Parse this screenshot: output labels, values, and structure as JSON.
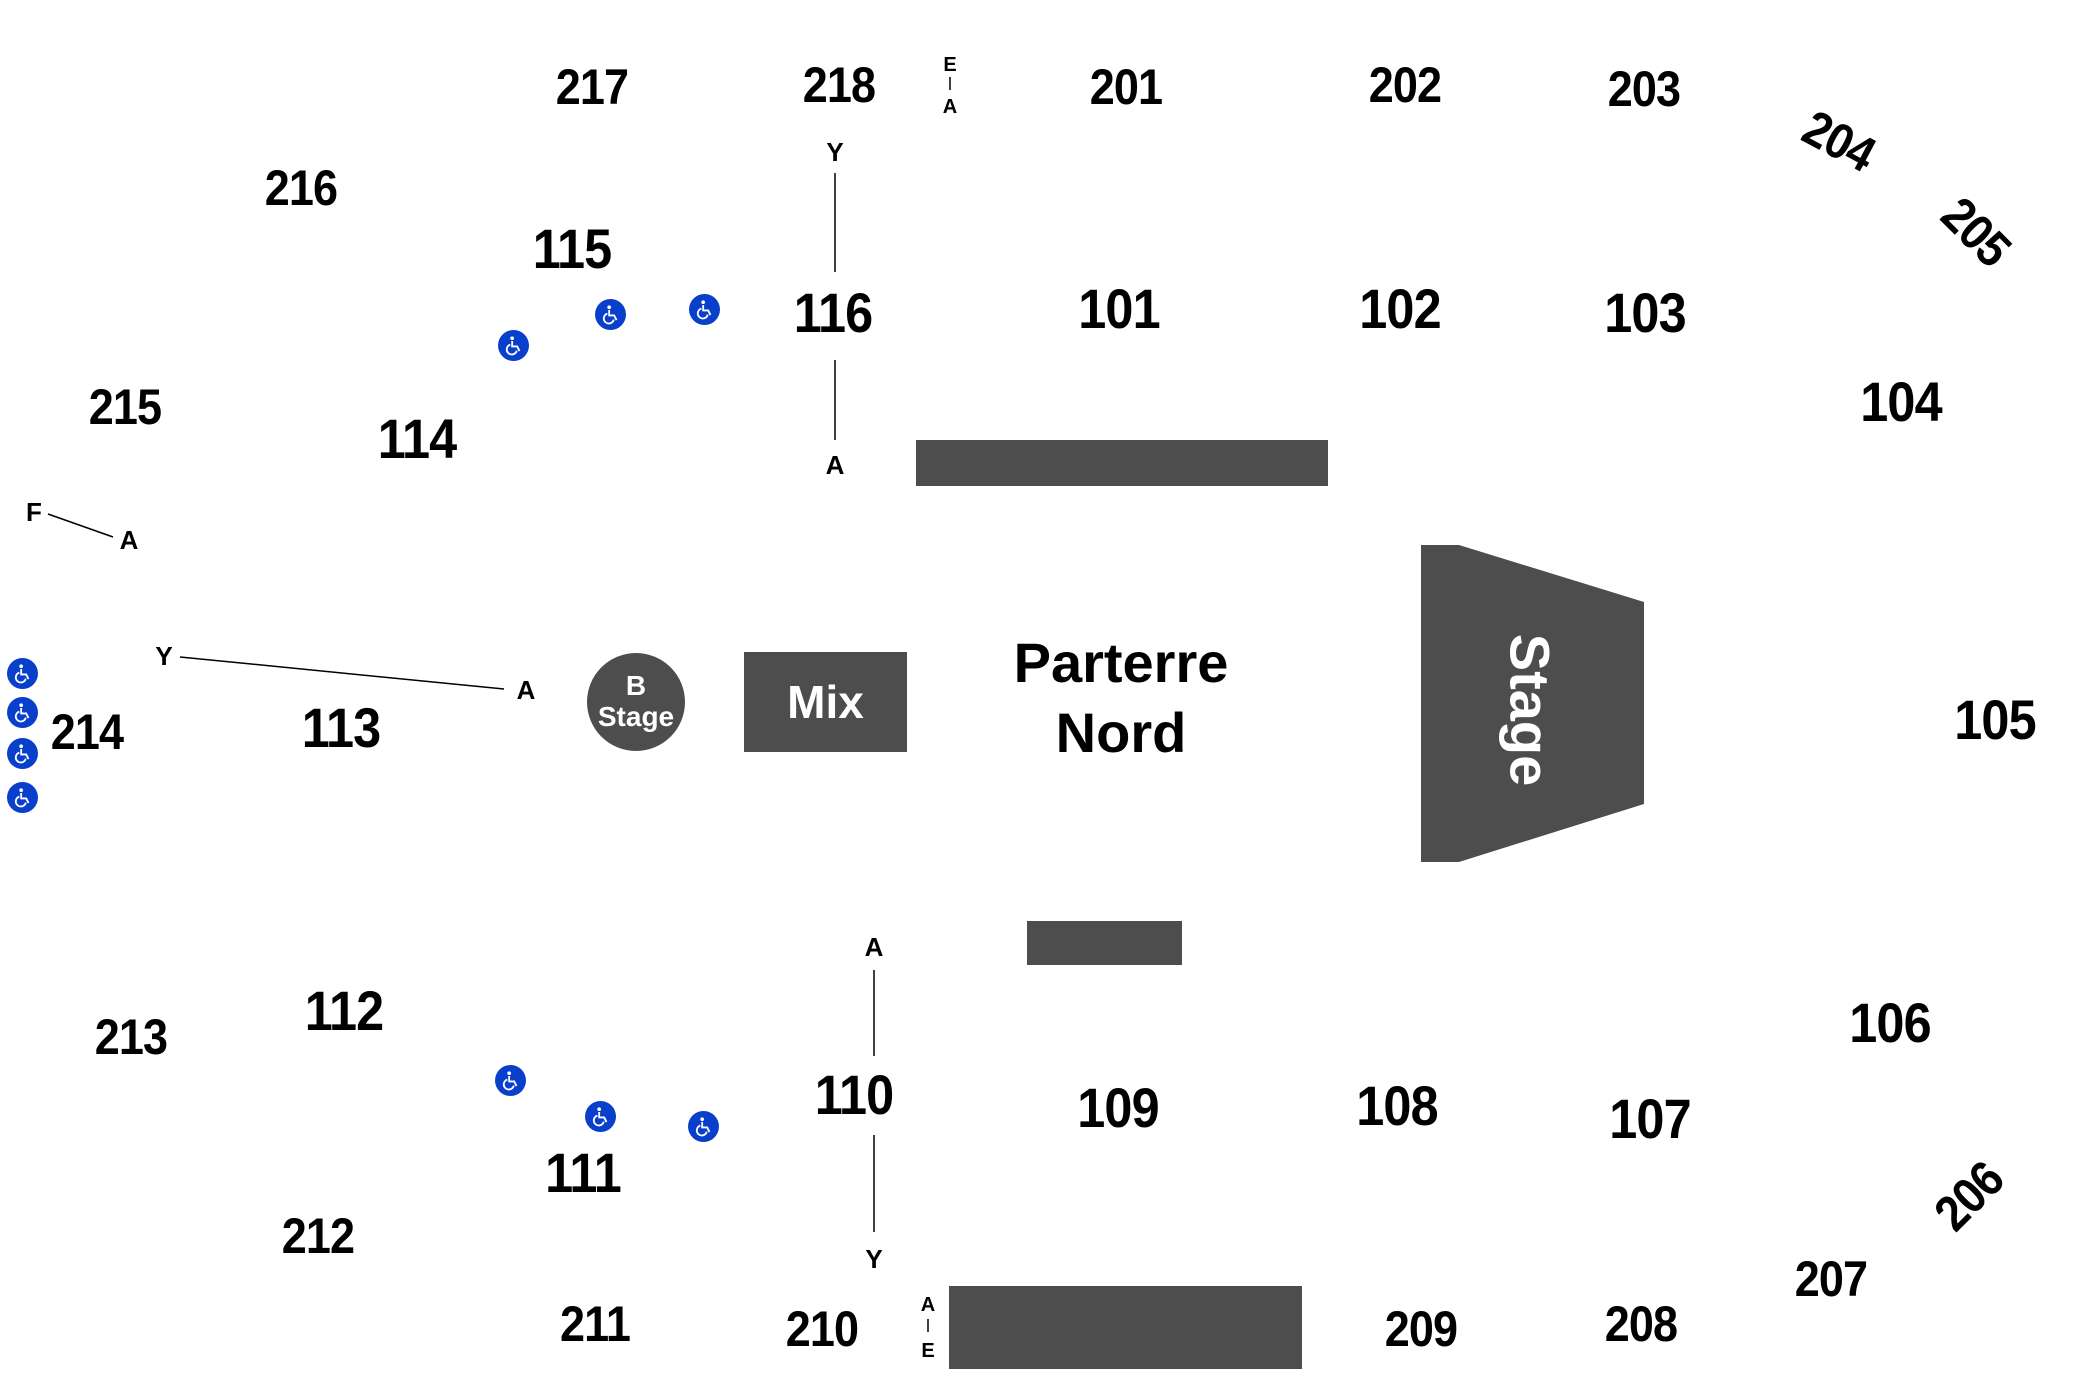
{
  "venue": {
    "floor_label_line1": "Parterre",
    "floor_label_line2": "Nord",
    "stage_label": "Stage",
    "b_stage_line1": "B",
    "b_stage_line2": "Stage",
    "mix_label": "Mix"
  },
  "sections_lower": [
    "101",
    "102",
    "103",
    "104",
    "105",
    "106",
    "107",
    "108",
    "109",
    "110",
    "111",
    "112",
    "113",
    "114",
    "115",
    "116"
  ],
  "sections_upper": [
    "201",
    "202",
    "203",
    "204",
    "205",
    "206",
    "207",
    "208",
    "209",
    "210",
    "211",
    "212",
    "213",
    "214",
    "215",
    "216",
    "217",
    "218"
  ],
  "row_markers": {
    "s116_top": "Y",
    "s116_bottom": "A",
    "s110_top": "A",
    "s110_bottom": "Y",
    "s113_left": "Y",
    "s113_right": "A",
    "s215_left": "F",
    "s215_right": "A",
    "s201_top": "E",
    "s201_bottom": "A",
    "s209_top": "A",
    "s209_bottom": "E"
  },
  "icons": {
    "accessible_seating": "wheelchair-icon",
    "accessible_color": "#0a3fcc",
    "block_color": "#4d4d4d"
  }
}
